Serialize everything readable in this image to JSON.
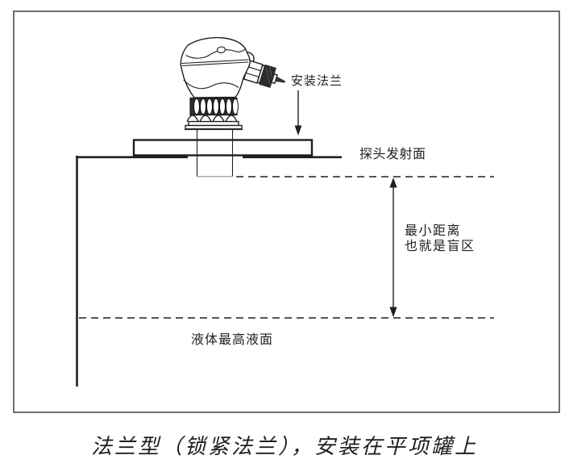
{
  "colors": {
    "line": "#1f1f1f",
    "frame_border": "#6e6e6e",
    "background": "#ffffff"
  },
  "labels": {
    "mounting_flange": "安装法兰",
    "probe_emitting_surface": "探头发射面",
    "min_distance_line1": "最小距离",
    "min_distance_line2": "也就是盲区",
    "max_liquid_level": "液体最高液面"
  },
  "caption": "法兰型（锁紧法兰），安装在平项罐上"
}
